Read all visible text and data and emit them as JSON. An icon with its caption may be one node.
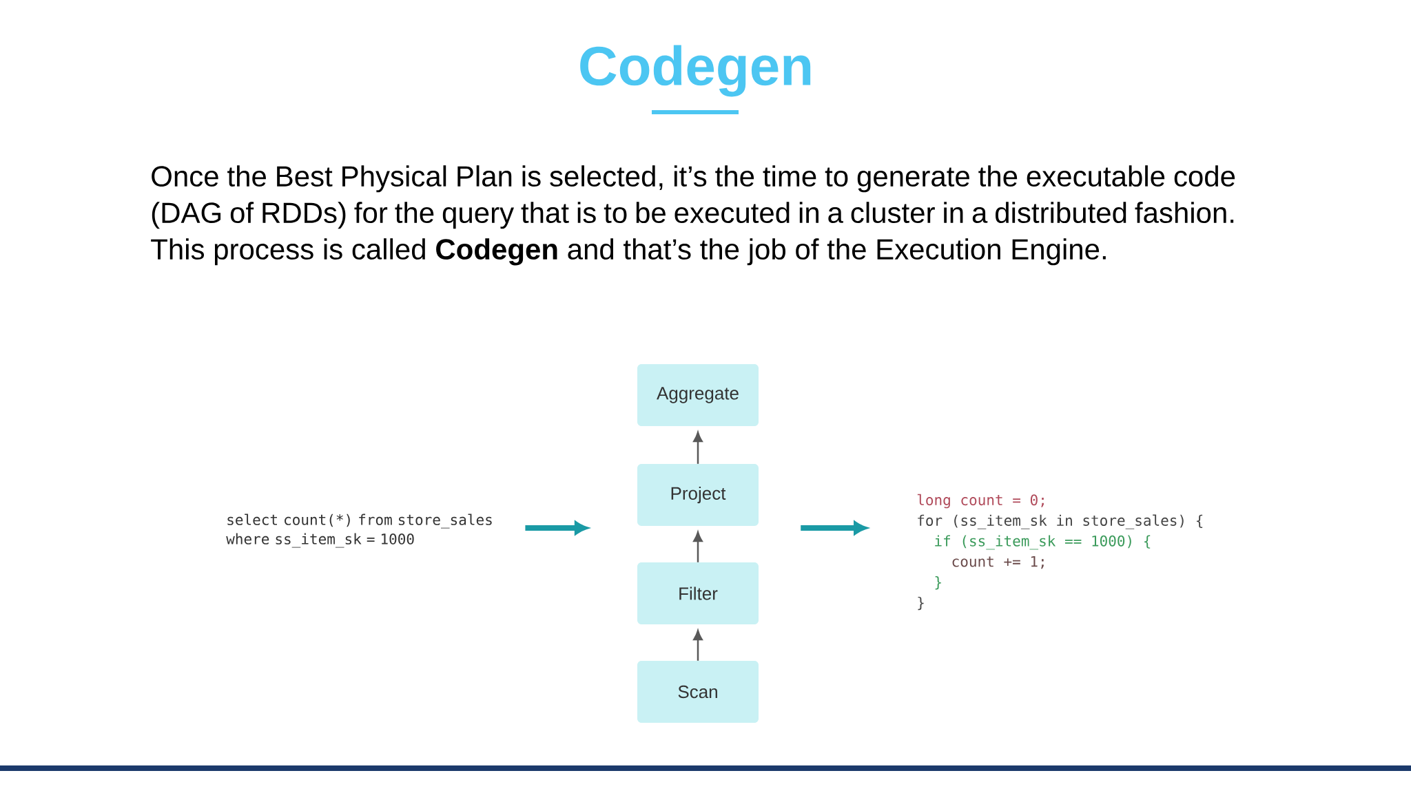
{
  "diagram": {
    "title": "Codegen",
    "nodes": [
      {
        "text": [
          "Aggregate"
        ]
      },
      {
        "text": [
          "Project"
        ]
      },
      {
        "text": [
          "Filter"
        ]
      },
      {
        "text": [
          "Scan"
        ]
      },
      {
        "text": [
          "select count(*) from store_sales where ss_item_sk = 1000"
        ]
      },
      {
        "text": [
          "long count = 0;",
          "for (ss_item_sk in store_sales) {",
          "if (ss_item_sk == 1000) {",
          "count += 1;",
          "}",
          "}"
        ]
      }
    ],
    "edges": [
      {
        "from": 3,
        "to": 2,
        "arrow": "to"
      },
      {
        "from": 2,
        "to": 1,
        "arrow": "to"
      },
      {
        "from": 1,
        "to": 0,
        "arrow": "to"
      },
      {
        "from": 4,
        "to": 1,
        "arrow": "to",
        "style": "thick",
        "color": "#1a9aa5"
      },
      {
        "from": 1,
        "to": 5,
        "arrow": "to",
        "style": "thick",
        "color": "#1a9aa5"
      }
    ],
    "labels": [
      "Once the Best Physical Plan is selected, it’s the time to generate the executable code (DAG of RDDs) for the query that is to be executed in a cluster in a distributed fashion. This process is called **Codegen** and that’s the job of the Execution Engine."
    ]
  }
}
